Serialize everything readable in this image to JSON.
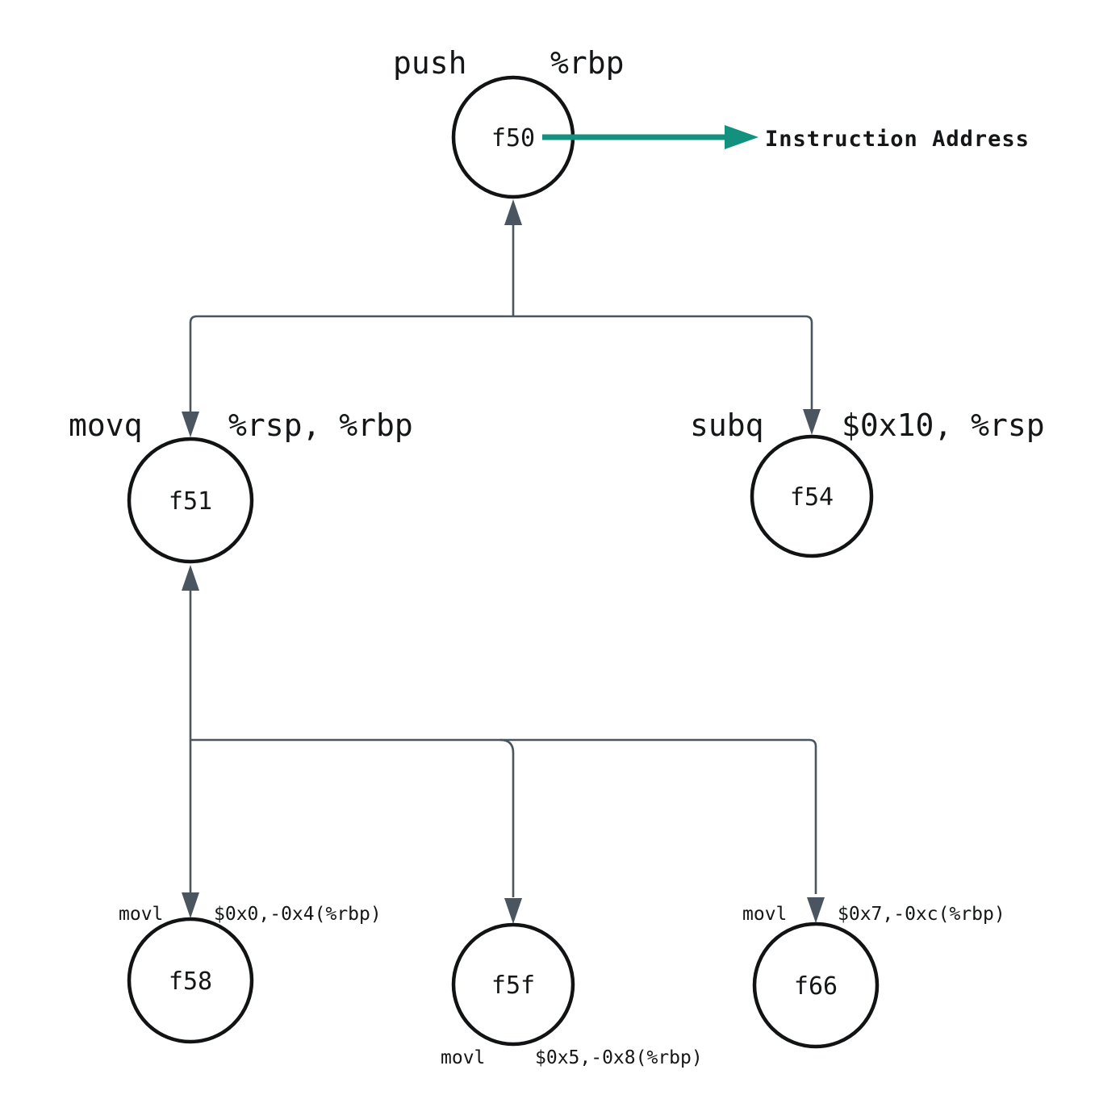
{
  "annotation": {
    "label": "Instruction Address"
  },
  "colors": {
    "accent_teal": "#11917e",
    "connector_slate": "#4a5560",
    "node_stroke": "#111314",
    "text": "#141617",
    "background": "#ffffff"
  },
  "nodes": {
    "f50": {
      "id": "f50",
      "mnemonic": "push",
      "operands": "%rbp"
    },
    "f51": {
      "id": "f51",
      "mnemonic": "movq",
      "operands": "%rsp, %rbp"
    },
    "f54": {
      "id": "f54",
      "mnemonic": "subq",
      "operands": "$0x10, %rsp"
    },
    "f58": {
      "id": "f58",
      "mnemonic": "movl",
      "operands": "$0x0,-0x4(%rbp)"
    },
    "f5f": {
      "id": "f5f",
      "mnemonic": "movl",
      "operands": "$0x5,-0x8(%rbp)"
    },
    "f66": {
      "id": "f66",
      "mnemonic": "movl",
      "operands": "$0x7,-0xc(%rbp)"
    }
  }
}
